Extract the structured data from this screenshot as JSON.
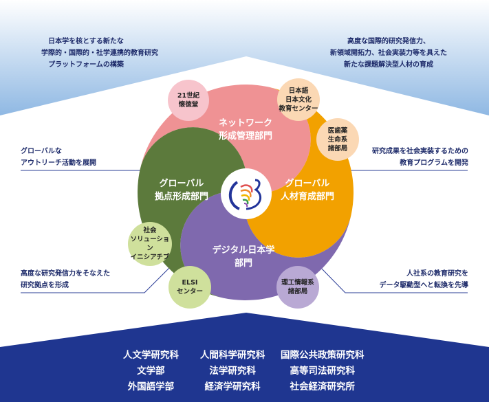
{
  "top": {
    "left_lines": [
      "日本学を核とする新たな",
      "学際的・国際的・社学連携的教育研究",
      "プラットフォームの構築"
    ],
    "right_lines": [
      "高度な国際的研究発信力、",
      "新領域開拓力、社会実装力等を具えた",
      "新たな課題解決型人材の育成"
    ]
  },
  "side": {
    "left_upper": [
      "グローバルな",
      "アウトリーチ活動を展開"
    ],
    "right_upper": [
      "研究成果を社会実装するための",
      "教育プログラムを開発"
    ],
    "left_lower": [
      "高度な研究発信力をそなえた",
      "研究拠点を形成"
    ],
    "right_lower": [
      "人社系の教育研究を",
      "データ駆動型へと転換を先導"
    ]
  },
  "divisions": {
    "network": [
      "ネットワーク",
      "形成管理部門"
    ],
    "global_talent": [
      "グローバル",
      "人材育成部門"
    ],
    "digital": [
      "デジタル日本学",
      "部門"
    ],
    "global_hub": [
      "グローバル",
      "拠点形成部門"
    ]
  },
  "partners": {
    "kaitokudo": [
      "21世紀",
      "懐徳堂"
    ],
    "japanese_center": [
      "日本語",
      "日本文化",
      "教育センター"
    ],
    "medical": [
      "医歯薬",
      "生命系",
      "諸部局"
    ],
    "social_solution": [
      "社会",
      "ソリューション",
      "イニシアチブ"
    ],
    "elsi": [
      "ELSI",
      "センター"
    ],
    "science": [
      "理工情報系",
      "諸部局"
    ]
  },
  "faculties": [
    "人文学研究科",
    "人間科学研究科",
    "国際公共政策研究科",
    "文学部",
    "法学研究科",
    "高等司法研究科",
    "外国語学部",
    "経済学研究科",
    "社会経済研究所"
  ],
  "colors": {
    "pink": "#ef9294",
    "orange": "#f2a100",
    "purple": "#7f69ae",
    "green": "#5c7a3c",
    "navy": "#1f3690",
    "text": "#1f2c6b"
  }
}
